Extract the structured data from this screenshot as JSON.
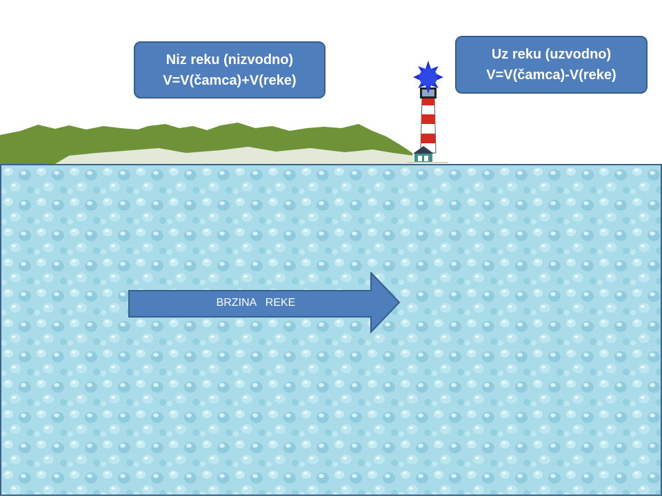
{
  "downstream": {
    "title": "Niz reku (nizvodno)",
    "formula": "V=V(čamca)+V(reke)"
  },
  "upstream": {
    "title": "Uz reku (uzvodno)",
    "formula": "V=V(čamca)-V(reke)"
  },
  "arrow": {
    "label": "BRZINA   REKE"
  },
  "colors": {
    "box_fill": "#4f7ebc",
    "box_border": "#385d8a",
    "water": "#a9dbe8",
    "hills": "#6e9238",
    "lighthouse_red": "#d42a1f",
    "light_blue": "#1f35d6"
  },
  "icons": [
    "hills-icon",
    "lighthouse-icon",
    "light-burst-icon",
    "house-icon",
    "water-drops-texture"
  ]
}
